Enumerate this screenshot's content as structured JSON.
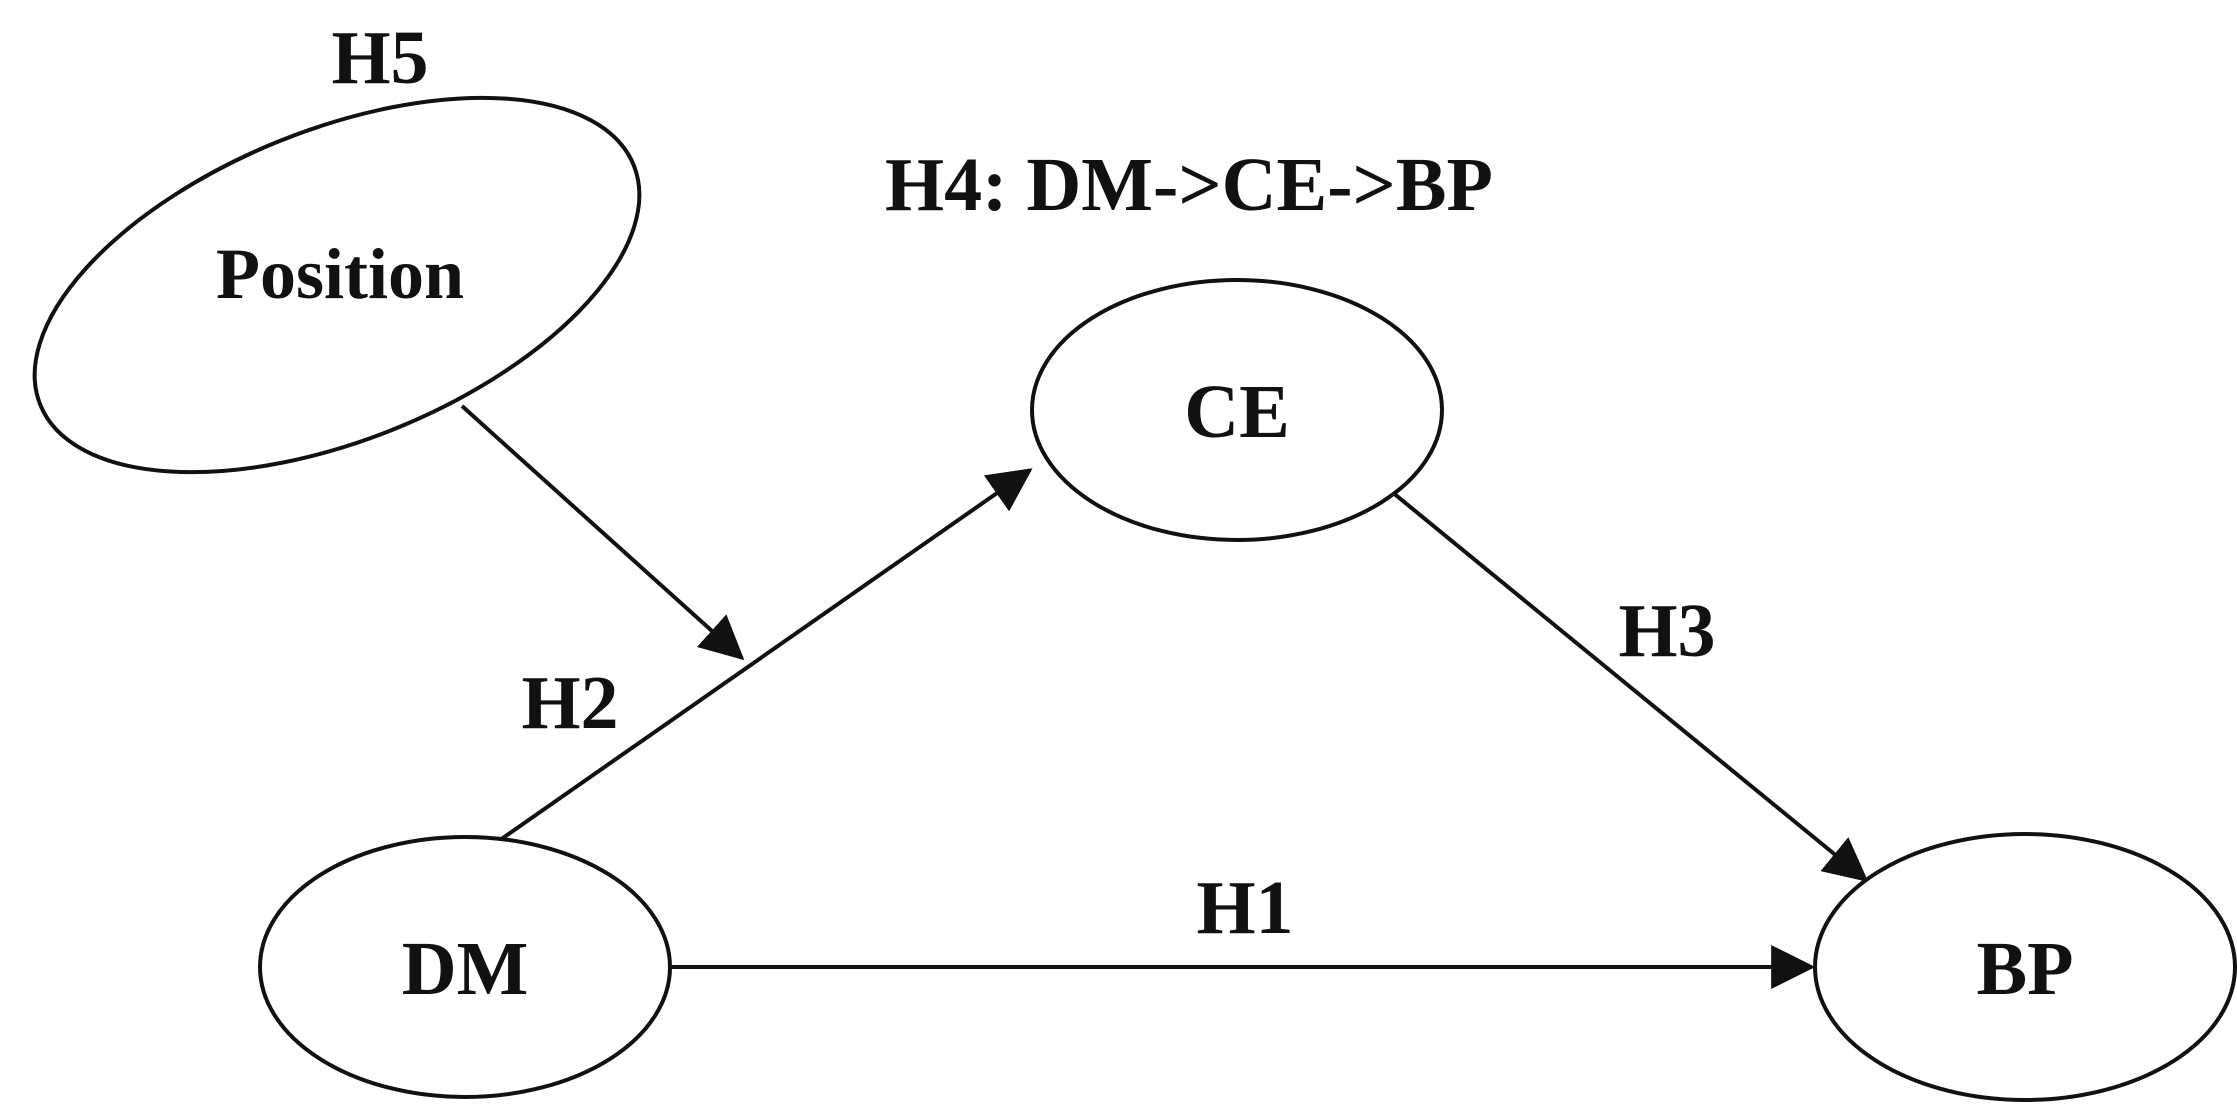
{
  "diagram": {
    "hypotheses": {
      "h1": "H1",
      "h2": "H2",
      "h3": "H3",
      "h4": "H4: DM->CE->BP",
      "h5": "H5"
    },
    "nodes": {
      "position": "Position",
      "ce": "CE",
      "dm": "DM",
      "bp": "BP"
    },
    "colors": {
      "stroke": "#111111",
      "background": "#ffffff"
    }
  }
}
